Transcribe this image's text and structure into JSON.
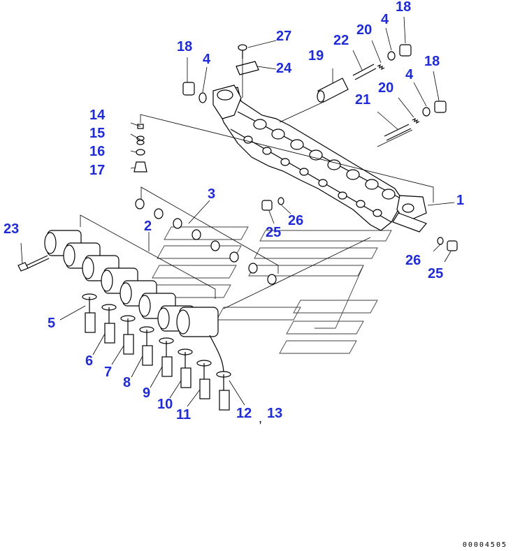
{
  "callouts": {
    "c1": "1",
    "c2": "2",
    "c3": "3",
    "c4a": "4",
    "c4b": "4",
    "c4c": "4",
    "c5": "5",
    "c6": "6",
    "c7": "7",
    "c8": "8",
    "c9": "9",
    "c10": "10",
    "c11": "11",
    "c12": "12",
    "c13": "13",
    "c14": "14",
    "c15": "15",
    "c16": "16",
    "c17": "17",
    "c18a": "18",
    "c18b": "18",
    "c18c": "18",
    "c19": "19",
    "c20a": "20",
    "c20b": "20",
    "c21": "21",
    "c22": "22",
    "c23": "23",
    "c24": "24",
    "c25a": "25",
    "c25b": "25",
    "c26a": "26",
    "c26b": "26",
    "c27": "27"
  },
  "separator": ",",
  "document_number": "00004505",
  "colors": {
    "callout": "#1f2bd6",
    "line": "#000000",
    "background": "#ffffff"
  }
}
